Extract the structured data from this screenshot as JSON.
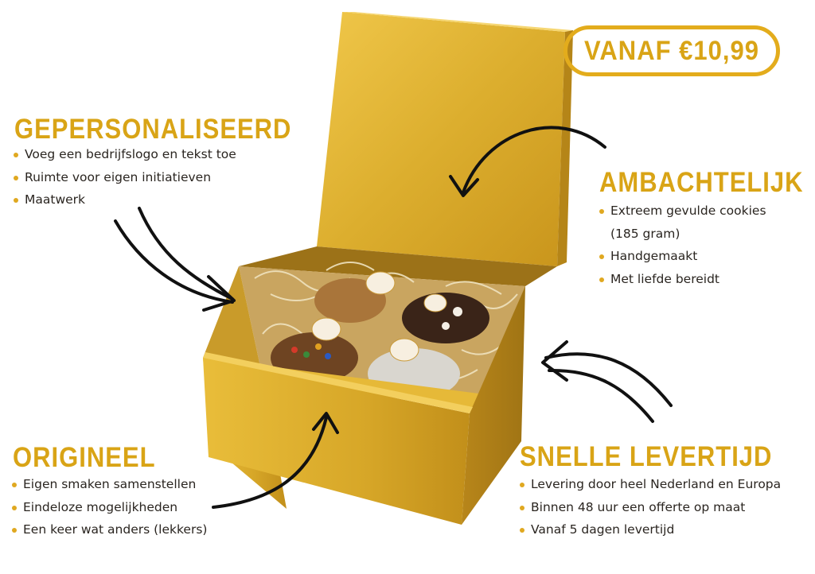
{
  "price_badge": {
    "label": "VANAF €10,99"
  },
  "sections": {
    "personalized": {
      "title": "GEPERSONALISEERD",
      "items": [
        "Voeg een bedrijfslogo en tekst toe",
        "Ruimte voor eigen initiatieven",
        "Maatwerk"
      ]
    },
    "artisanal": {
      "title": "AMBACHTELIJK",
      "items": [
        "Extreem gevulde cookies",
        "(185 gram)",
        "Handgemaakt",
        "Met liefde bereidt"
      ]
    },
    "original": {
      "title": "ORIGINEEL",
      "items": [
        "Eigen smaken samenstellen",
        "Eindeloze mogelijkheden",
        "Een keer wat anders (lekkers)"
      ]
    },
    "fast_delivery": {
      "title": "SNELLE LEVERTIJD",
      "items": [
        "Levering door heel Nederland en Europa",
        "Binnen 48 uur een offerte op maat",
        "Vanaf 5 dagen levertijd"
      ]
    }
  },
  "colors": {
    "accent": "#d9a416",
    "box_gold": "#d4a21c",
    "text": "#2a2520"
  },
  "icons": [
    "curved-arrow-icon"
  ]
}
